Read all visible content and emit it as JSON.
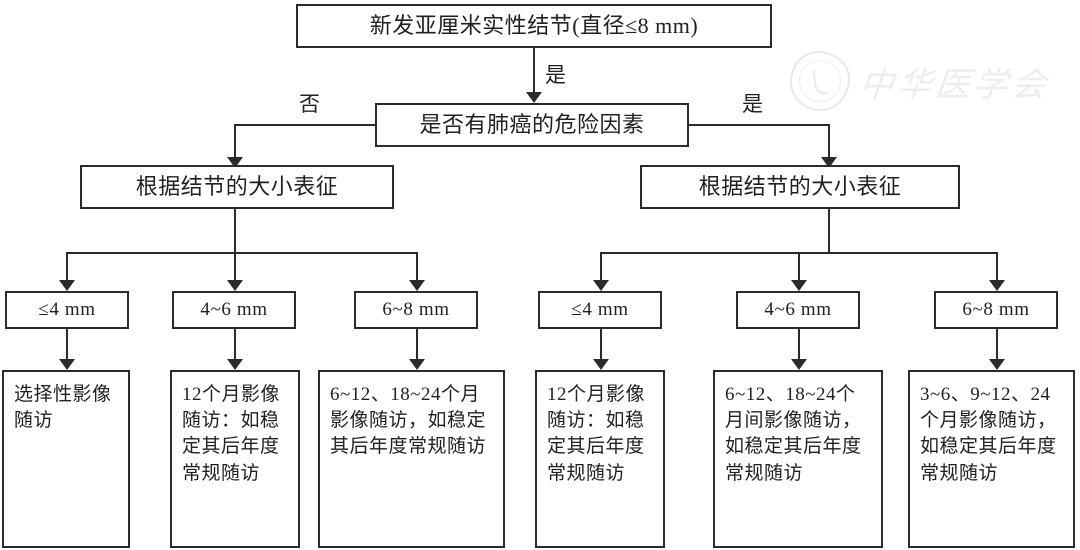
{
  "diagram": {
    "title_box": {
      "text": "新发亚厘米实性结节(直径≤8 mm)"
    },
    "decision_box": {
      "text": "是否有肺癌的危险因素"
    },
    "edge_labels": {
      "top_yes": "是",
      "left_no": "否",
      "right_yes": "是"
    },
    "branch_boxes": [
      {
        "text": "根据结节的大小表征"
      },
      {
        "text": "根据结节的大小表征"
      }
    ],
    "size_boxes": [
      {
        "text": "≤4 mm"
      },
      {
        "text": "4~6 mm"
      },
      {
        "text": "6~8 mm"
      },
      {
        "text": "≤4 mm"
      },
      {
        "text": "4~6 mm"
      },
      {
        "text": "6~8 mm"
      }
    ],
    "leaf_boxes": [
      {
        "text": "选择性影像随访"
      },
      {
        "text": "12个月影像随访：如稳定其后年度常规随访"
      },
      {
        "text": "6~12、18~24个月影像随访，如稳定其后年度常规随访"
      },
      {
        "text": "12个月影像随访：如稳定其后年度常规随访"
      },
      {
        "text": "6~12、18~24个月间影像随访，如稳定其后年度常规随访"
      },
      {
        "text": "3~6、9~12、24个月影像随访，如稳定其后年度常规随访"
      }
    ],
    "watermark": {
      "text": "中华医学会"
    },
    "colors": {
      "line": "#2b2b2b",
      "text": "#231f20",
      "background": "#ffffff",
      "watermark": "#c4c4c9"
    }
  }
}
